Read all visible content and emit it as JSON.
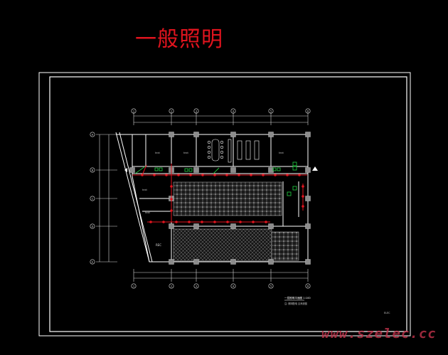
{
  "drawing": {
    "title": "一般照明",
    "watermark": "www.szelec.cc",
    "colors": {
      "title": "#e0141e",
      "lighting_circuit": "#e0141e",
      "fixtures": "#1fbf3c",
      "walls": "#ffffff",
      "columns": "#8c8c8c",
      "hatch": "#9a9a9a",
      "dimension": "#d8d8d8",
      "frame": "#ffffff"
    },
    "grid_x": [
      "1",
      "2",
      "3",
      "4",
      "5",
      "6"
    ],
    "grid_y": [
      "A",
      "B",
      "C",
      "D",
      "E"
    ],
    "rooms": [
      "REC"
    ],
    "annotations": {
      "legend_line1": "一层照明平面图 1:100",
      "legend_line2": "注: 照明配电 见系统图",
      "corner_note": "ELEC"
    }
  }
}
